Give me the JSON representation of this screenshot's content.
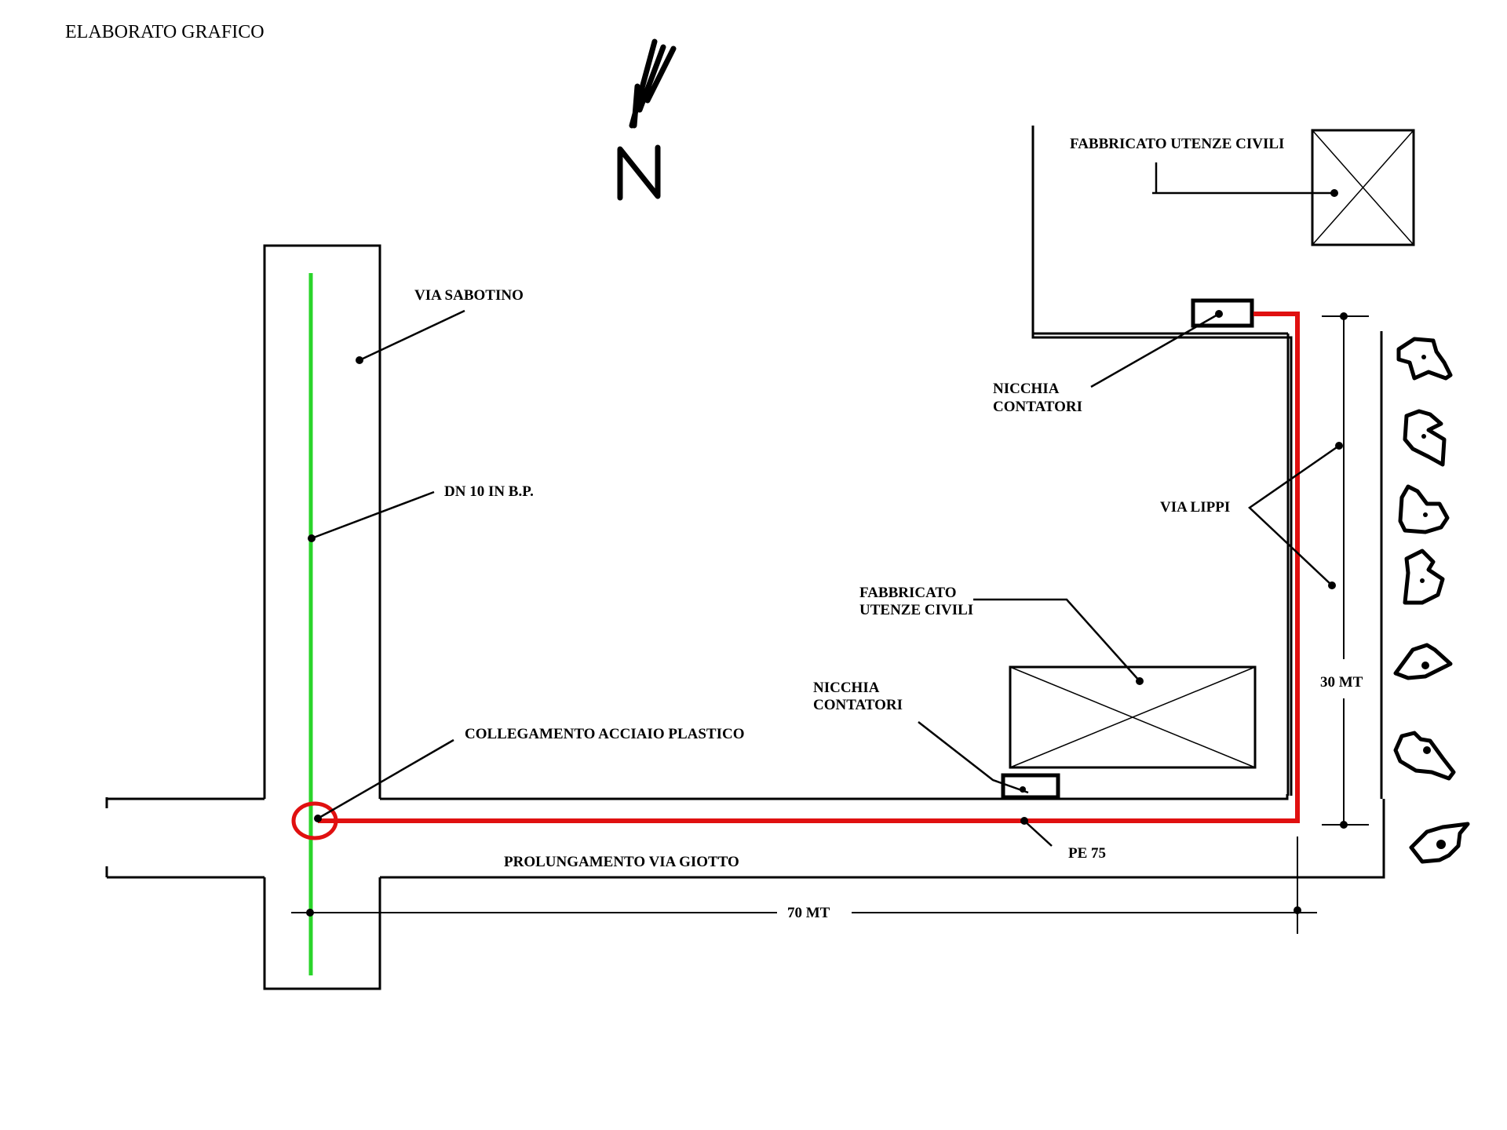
{
  "title": "ELABORATO GRAFICO",
  "north": {
    "letter": "N"
  },
  "labels": {
    "via_sabotino": "VIA SABOTINO",
    "dn10": "DN 10 IN B.P.",
    "collegamento": "COLLEGAMENTO ACCIAIO PLASTICO",
    "prolungamento": "PROLUNGAMENTO VIA GIOTTO",
    "dim_70": "70 MT",
    "pe75": "PE 75",
    "fabbricato_top": "FABBRICATO UTENZE CIVILI",
    "nicchia_top_line1": "NICCHIA",
    "nicchia_top_line2": "CONTATORI",
    "via_lippi": "VIA LIPPI",
    "dim_30": "30 MT",
    "fabbricato_mid_line1": "FABBRICATO",
    "fabbricato_mid_line2": "UTENZE CIVILI",
    "nicchia_bot_line1": "NICCHIA",
    "nicchia_bot_line2": "CONTATORI"
  },
  "colors": {
    "pipe_pe": "#e01010",
    "pipe_steel": "#2ad42a",
    "line": "#000000",
    "background": "#ffffff"
  },
  "trees": {
    "count": 7
  }
}
